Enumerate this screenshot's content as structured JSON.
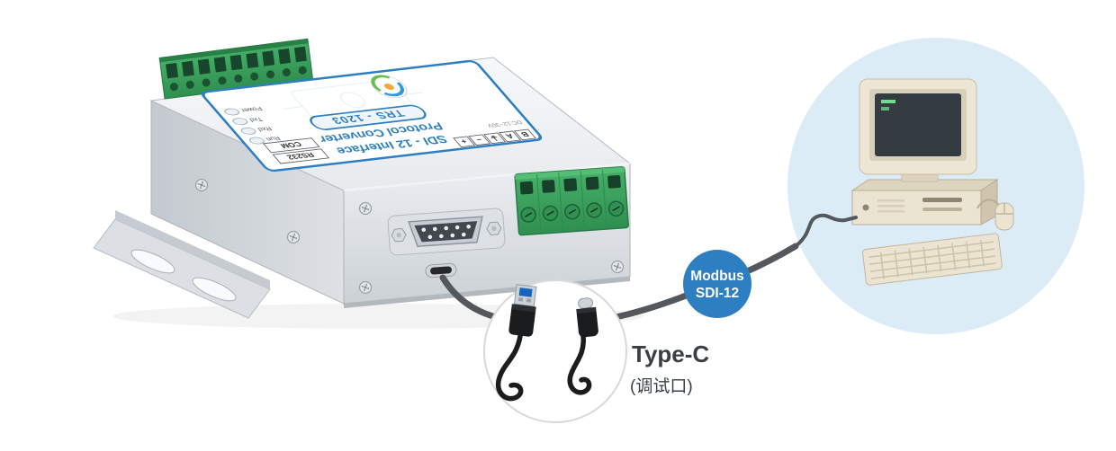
{
  "scene": {
    "background": "#ffffff"
  },
  "device": {
    "label": {
      "title_line1": "SDI - 12 Interface",
      "title_line2": "Protocol Converter",
      "model": "TRS - 1203",
      "com_marking": "COM",
      "rs232_marking": "RS232",
      "led_labels": [
        "Power",
        "Txd",
        "Rxd",
        "Run"
      ],
      "terminal_markings": [
        "B",
        "A",
        "⏚",
        "−",
        "+"
      ],
      "power_marking": "DC:12~30V",
      "accent_color": "#2e7fc2"
    }
  },
  "connection": {
    "cable_color": "#54585c",
    "badge": {
      "line1": "Modbus",
      "line2": "SDI-12",
      "bg_color": "#2e7fc2",
      "text_color": "#ffffff"
    }
  },
  "typec_callout": {
    "title": "Type-C",
    "subtitle": "(调试口)",
    "usb_plug_color": "#1565c0",
    "cable_color": "#1a1c1e"
  },
  "computer": {
    "circle_color": "#dcecf6",
    "body_color": "#ece4d2",
    "screen_color": "#353c41",
    "screen_text_color": "#6fdc8c"
  }
}
